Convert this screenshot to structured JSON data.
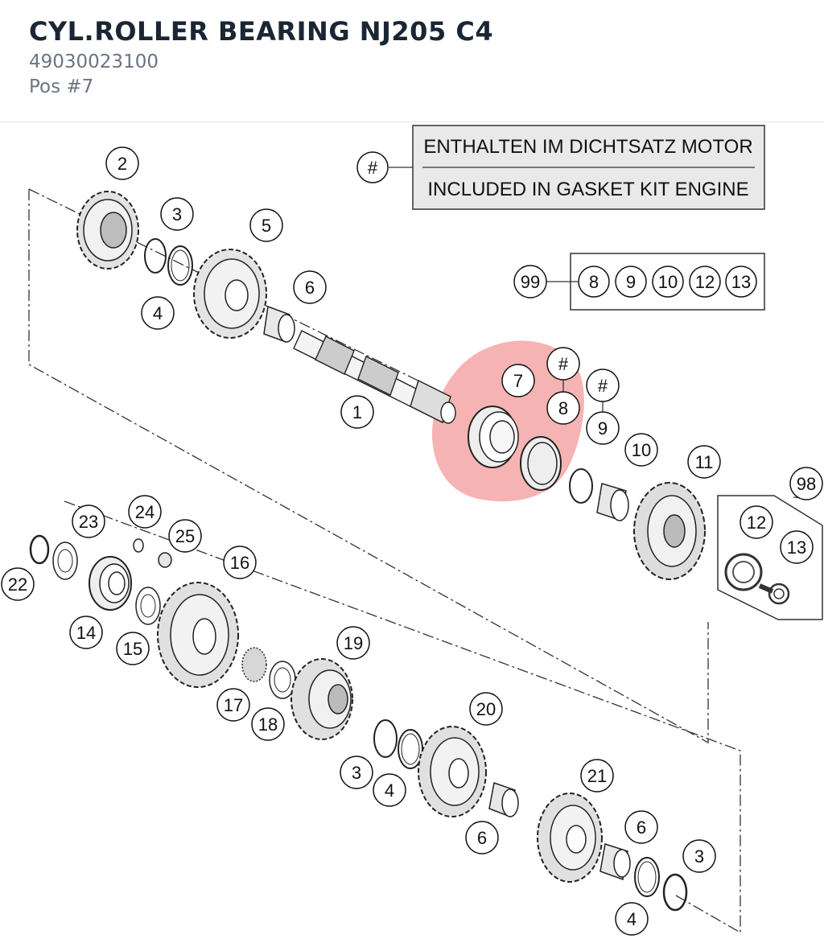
{
  "part": {
    "title": "CYL.ROLLER BEARING NJ205 C4",
    "number": "49030023100",
    "position": "Pos #7"
  },
  "legend": {
    "marker": "#",
    "line_de": "ENTHALTEN IM DICHTSATZ MOTOR",
    "line_en": "INCLUDED IN GASKET KIT ENGINE"
  },
  "kits": {
    "kit99": {
      "label": "99",
      "items": [
        "8",
        "9",
        "10",
        "12",
        "13"
      ]
    },
    "kit98": {
      "label": "98",
      "items": [
        "12",
        "13"
      ]
    }
  },
  "highlight": {
    "position": "7",
    "color": "#f08080"
  },
  "callouts": {
    "c1": "1",
    "c2": "2",
    "c3a": "3",
    "c4a": "4",
    "c5": "5",
    "c6a": "6",
    "c7": "7",
    "c8": "8",
    "c8h": "#",
    "c9": "9",
    "c9h": "#",
    "c10": "10",
    "c11": "11",
    "c12": "12",
    "c13": "13",
    "c14": "14",
    "c15": "15",
    "c16": "16",
    "c17": "17",
    "c18": "18",
    "c19": "19",
    "c20": "20",
    "c21": "21",
    "c22": "22",
    "c23": "23",
    "c24": "24",
    "c25": "25",
    "c3b": "3",
    "c4b": "4",
    "c6b": "6",
    "c6c": "6",
    "c3c": "3",
    "c4c": "4"
  }
}
